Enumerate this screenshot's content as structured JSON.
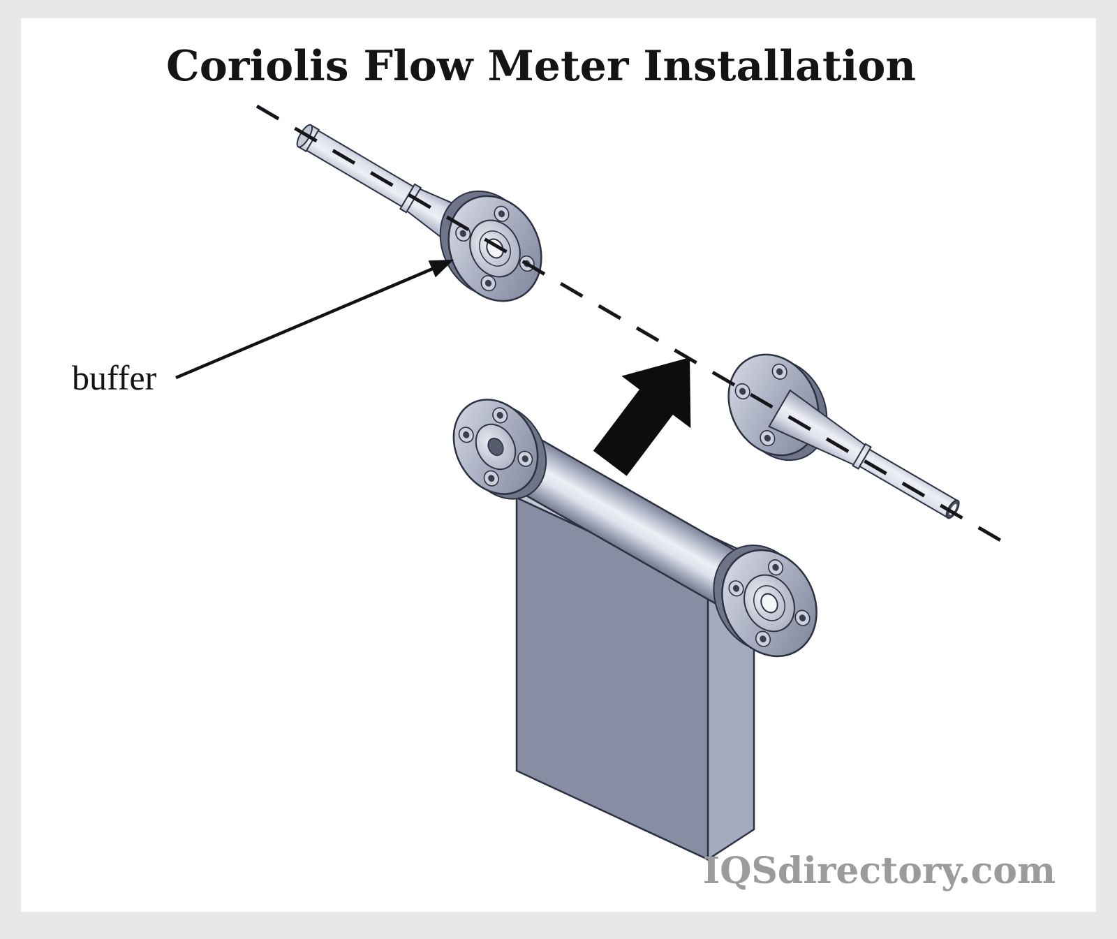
{
  "title": "Coriolis Flow Meter Installation",
  "labels": {
    "buffer": "buffer"
  },
  "watermark": "IQSdirectory.com",
  "colors": {
    "background": "#e7e7e7",
    "panel": "#ffffff",
    "accent_arrow": "#0d0d0d",
    "line": "#16161a",
    "metal_mid": "#aab0c4",
    "watermark_gray": "#9b9b9b"
  }
}
